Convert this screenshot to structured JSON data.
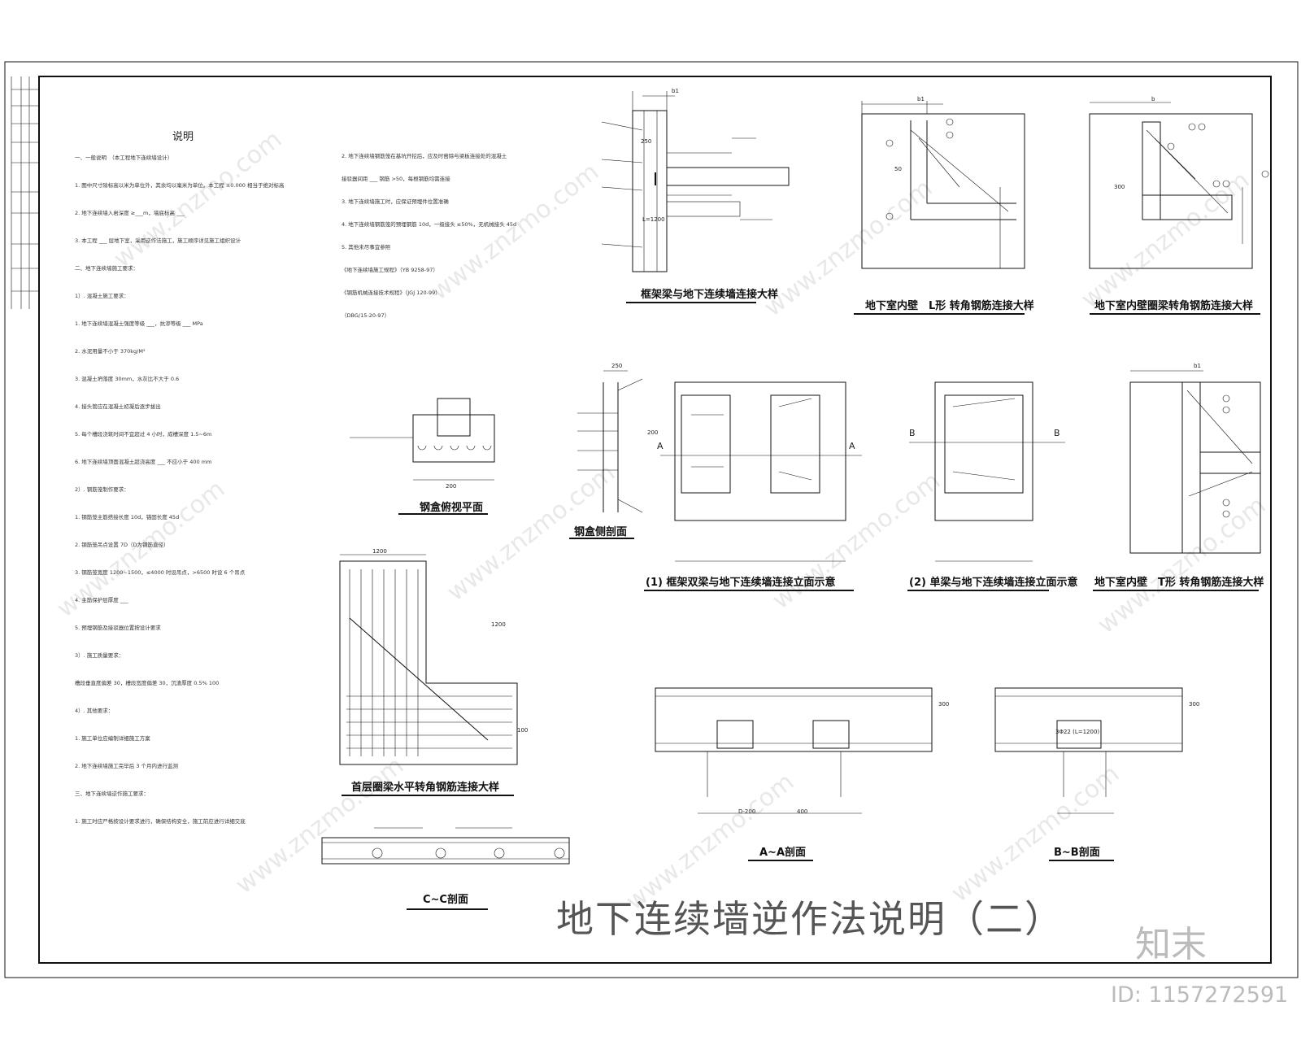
{
  "sheet": {
    "title": "地下连续墙逆作法说明（二）",
    "notes_heading": "说明",
    "brand_logo": "知末",
    "brand_id": "ID: 1157272591",
    "watermark_text": "www.znzmo.com"
  },
  "notes": {
    "left_column": [
      "一、一般说明　（本工程地下连续墙设计）",
      "1. 图中尺寸除标高以米为单位外，其余均以毫米为单位。本工程 ±0.000 相当于绝对标高",
      "2. 地下连续墙入岩深度 ≥___m，墙底标高 ___",
      "3. 本工程 ___ 层地下室，采用逆作法施工，施工顺序详见施工组织设计",
      "二、地下连续墙施工要求：",
      "1）. 混凝土施工要求：",
      "1. 地下连续墙混凝土强度等级 ___，抗渗等级 ___ MPa",
      "2. 水泥用量不小于 370kg/M³",
      "3. 混凝土坍落度 30mm，水灰比不大于 0.6",
      "4. 接头管应在混凝土初凝后逐步拔出",
      "5. 每个槽段浇筑时间不宜超过 4 小时，成槽深度 1.5~6m",
      "6. 地下连续墙顶面混凝土超浇高度 ___ 不应小于 400 mm",
      "2）. 钢筋笼制作要求：",
      "1. 钢筋笼主筋搭接长度 10d，锚固长度 45d",
      "2. 钢筋笼吊点设置 7D（D为钢筋直径）",
      "3. 钢筋笼宽度 1200~1500，≤4000 时设吊点，>6500 时设 6 个吊点",
      "4. 主筋保护层厚度 ___",
      "5. 预埋钢筋及接驳器位置按设计要求",
      "3）. 施工质量要求：",
      "槽段垂直度偏差 30，槽段宽度偏差 30，沉渣厚度 0.5% 100",
      "4）. 其他要求：",
      "1. 施工单位应编制详细施工方案",
      "2. 地下连续墙施工完毕后 3 个月内进行监测",
      "三、地下连续墙逆作施工要求：",
      "1. 施工时应严格按设计要求进行，确保结构安全，施工前应进行详细交底"
    ],
    "middle_column": [
      "2. 地下连续墙钢筋笼在基坑开挖后，应及时凿除与梁板连接处的混凝土",
      "接驳器间距 ___ 钢筋 >50，每根钢筋均需连接",
      "3. 地下连续墙施工时，应保证预埋件位置准确",
      "4. 地下连续墙钢筋笼的预埋钢筋 10d，一级接头 ≤50%，无机械接头 45d",
      "5. 其他未尽事宜参照",
      "《地下连续墙施工规程》（YB 9258-97）",
      "《钢筋机械连接技术规程》（JGJ 120-99）",
      "（DBG/15-20-97）"
    ],
    "number_marks": [
      "250",
      "50",
      "300",
      "200",
      "1200",
      "100",
      "D-200",
      "400",
      "3Φ22 (L=1200)"
    ]
  },
  "details": {
    "d1": "框架梁与地下连续墙连接大样",
    "d2": "地下室内壁　L形 转角钢筋连接大样",
    "d3": "地下室内壁圈梁转角钢筋连接大样",
    "d4": "钢盒俯视平面",
    "d5": "钢盒侧剖面",
    "d6": "(1) 框架双梁与地下连续墙连接立面示意",
    "d7": "(2) 单梁与地下连续墙连接立面示意",
    "d8": "地下室内壁　T形 转角钢筋连接大样",
    "d9": "首层圈梁水平转角钢筋连接大样",
    "d10": "C~C剖面",
    "d11": "A~A剖面",
    "d12": "B~B剖面"
  },
  "labels": {
    "sec_a": "A",
    "sec_b": "B",
    "dim_b1": "b1",
    "dim_b": "b",
    "dim_250": "250",
    "dim_1200": "1200",
    "dim_200": "200",
    "dim_300": "300",
    "dim_l1200": "L=1200"
  }
}
